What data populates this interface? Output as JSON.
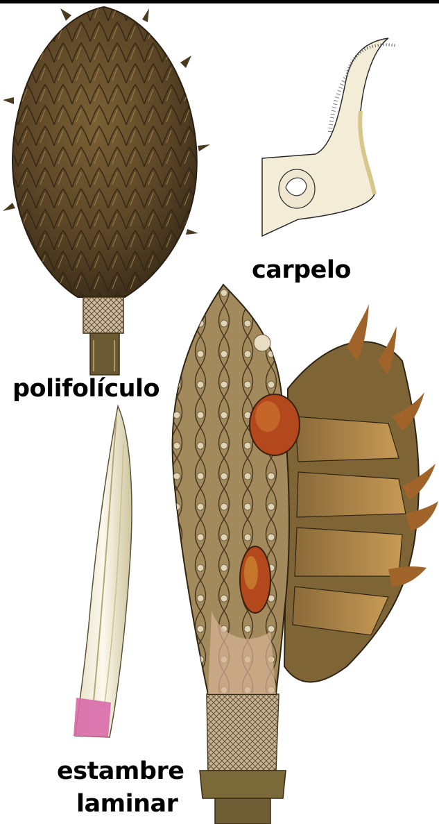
{
  "labels": {
    "carpelo": "carpelo",
    "polifoliculo": "polifolículo",
    "estambre_line1": "estambre",
    "estambre_line2": "laminar"
  },
  "colors": {
    "cone_brown": "#5b4526",
    "cone_dark": "#2f2414",
    "carpel_cream": "#f3ecd6",
    "fruit_tan": "#a38a5c",
    "seed_red": "#b2481b",
    "stamen_pink": "#d86aa8",
    "label": "#000000"
  },
  "illustrations": [
    "polifoliculo-cone",
    "carpelo-sketch",
    "estambre-laminar",
    "open-fruit-cluster"
  ]
}
